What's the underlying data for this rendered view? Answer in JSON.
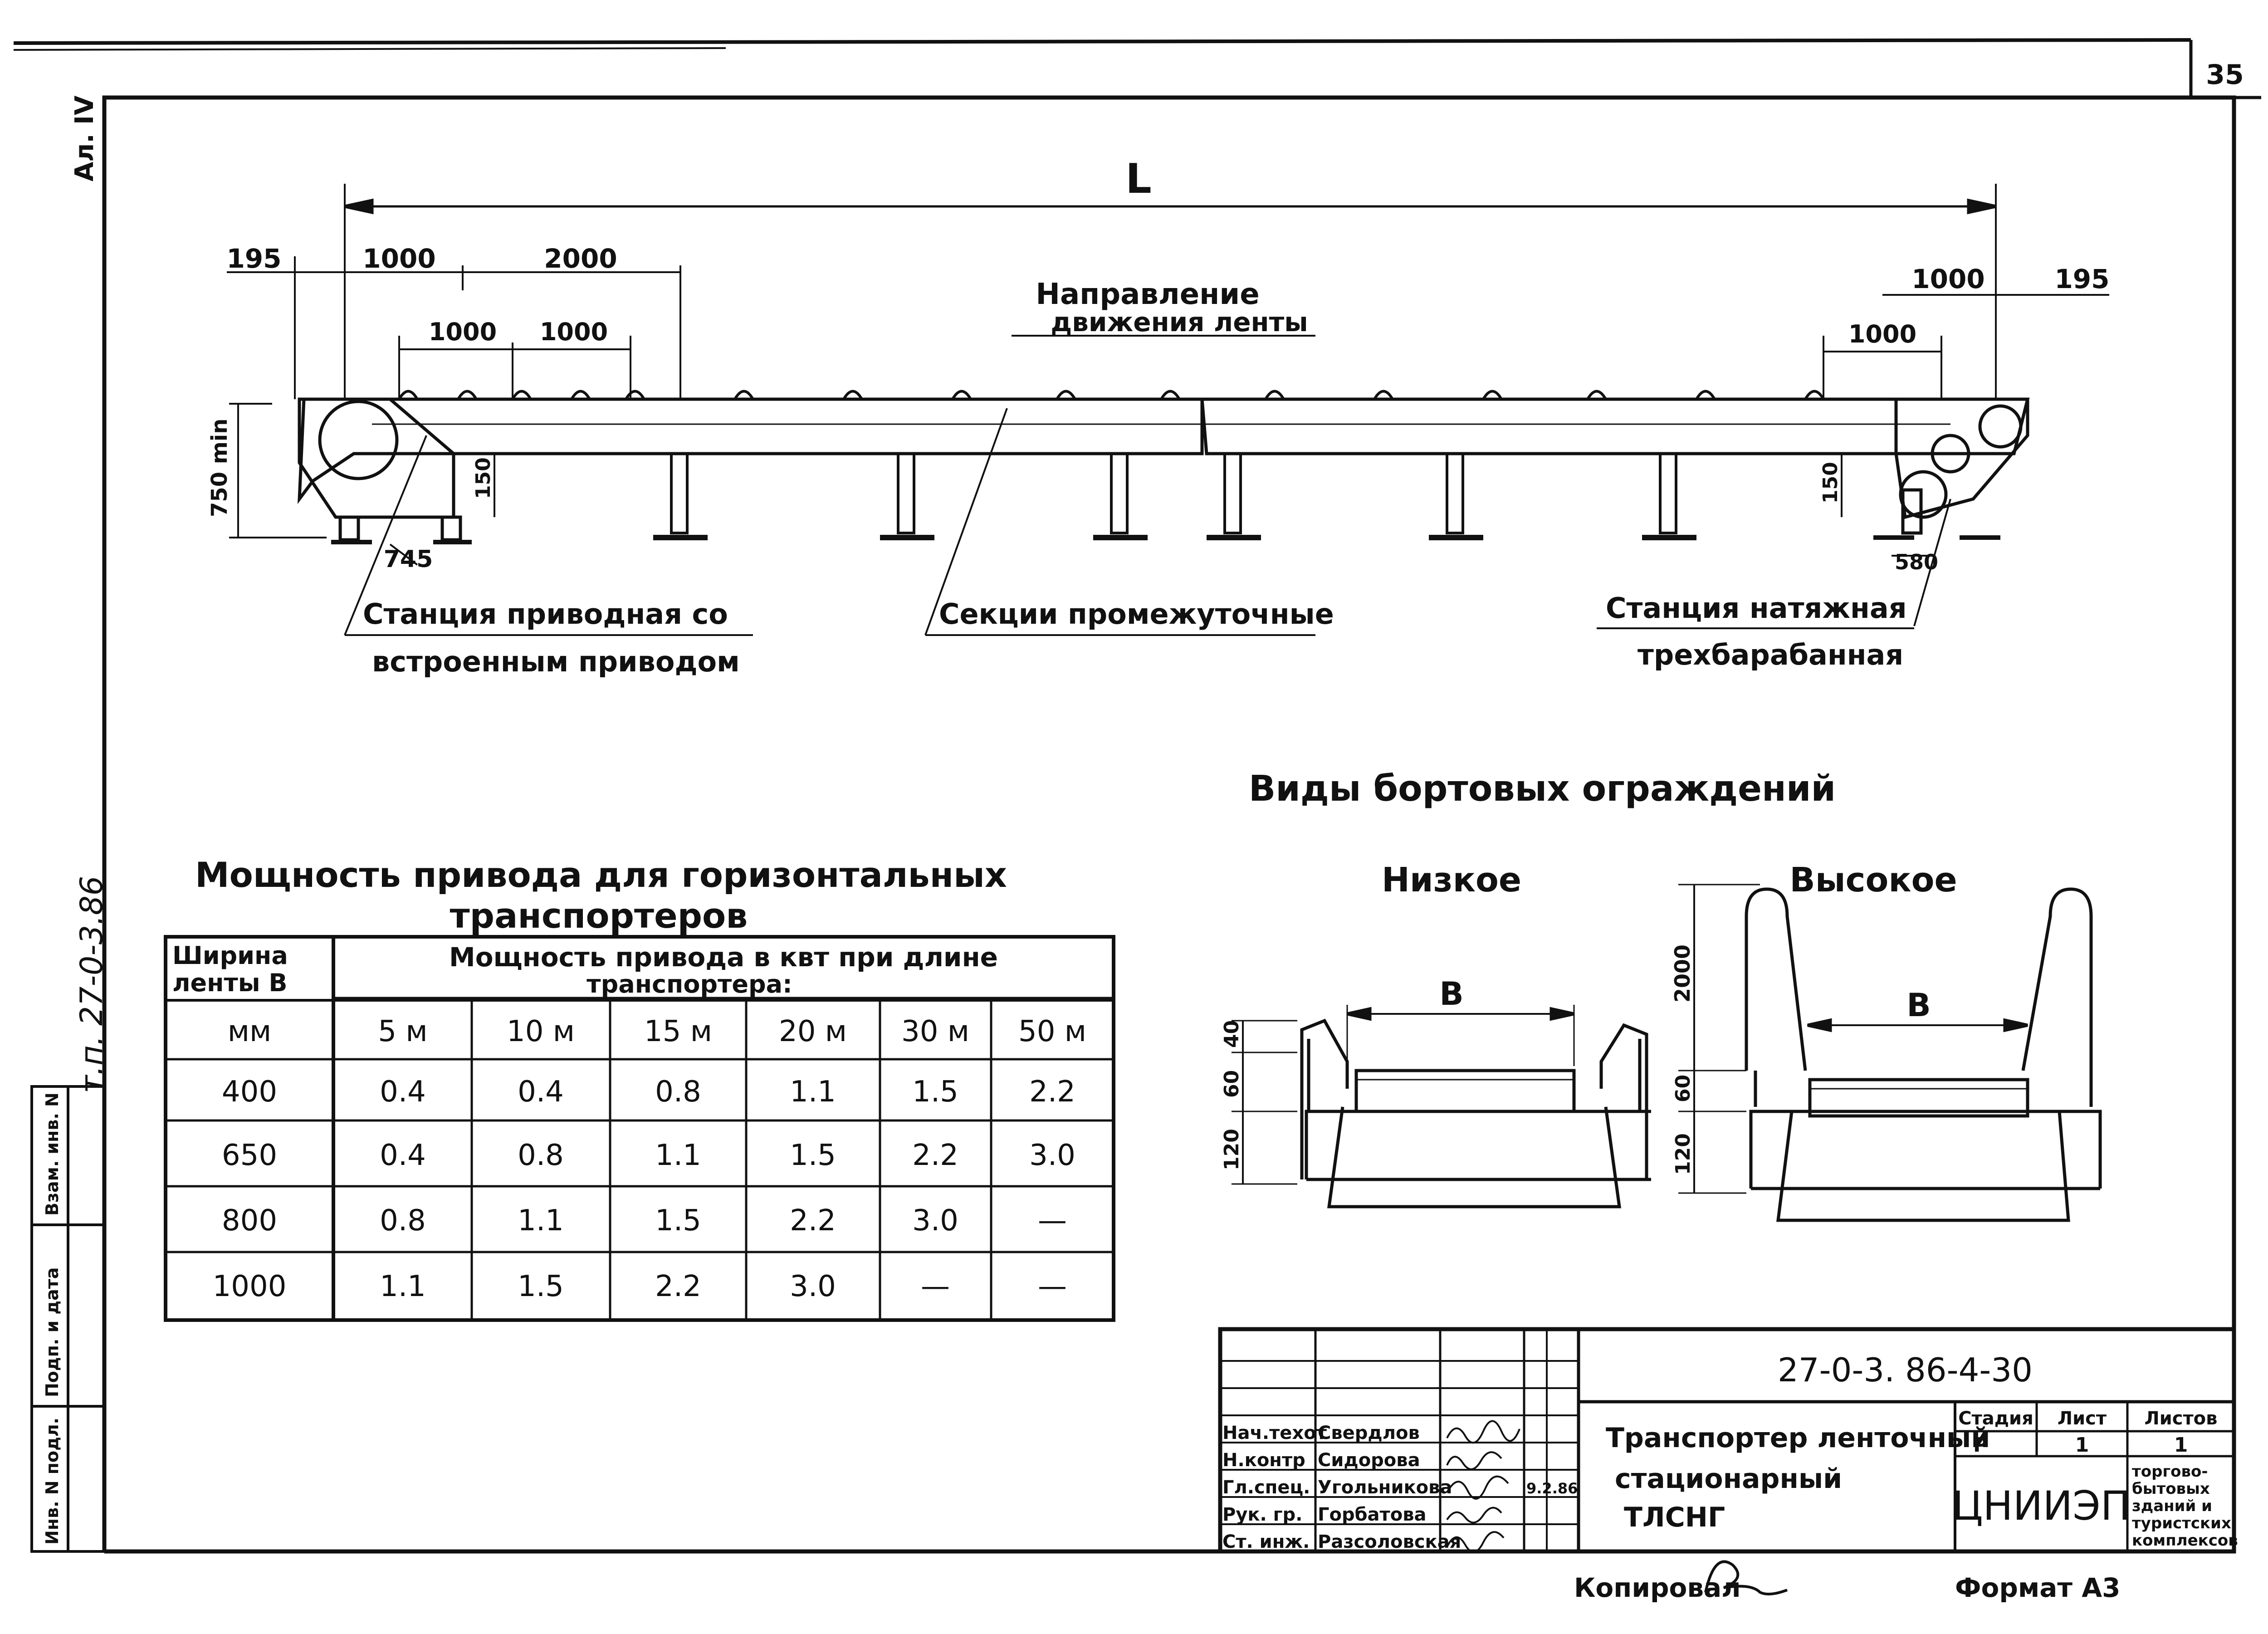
{
  "sheet_number": "35",
  "album_mark": "Ал. IV",
  "series_vertical": "т.п. 27-0-3.86",
  "conveyor": {
    "dims": {
      "total_length": "L",
      "left_195": "195",
      "left_1000_top": "1000",
      "left_2000": "2000",
      "left_1000_a": "1000",
      "left_1000_b": "1000",
      "right_1000_top": "1000",
      "right_195": "195",
      "right_1000": "1000",
      "height_750": "750 min",
      "left_150": "150",
      "left_745": "745",
      "right_150": "150",
      "right_580": "580"
    },
    "direction_line1": "Направление",
    "direction_line2": "движения ленты",
    "label_drive_1": "Станция приводная со",
    "label_drive_2": "встроенным приводом",
    "label_sections": "Секции промежуточные",
    "label_tension_1": "Станция натяжная",
    "label_tension_2": "трехбарабанная"
  },
  "guards": {
    "title": "Виды бортовых ограждений",
    "low_label": "Низкое",
    "high_label": "Высокое",
    "width_label": "В",
    "low_dims": {
      "d40": "40",
      "d60": "60",
      "d120": "120"
    },
    "high_dims": {
      "d2000": "2000",
      "d60": "60",
      "d120": "120"
    }
  },
  "power_table": {
    "title_line1": "Мощность привода для горизонтальных",
    "title_line2": "транспортеров",
    "col_header_belt_1": "Ширина",
    "col_header_belt_2": "ленты В",
    "col_header_power_1": "Мощность привода в квт при длине",
    "col_header_power_2": "транспортера:",
    "units_row": [
      "мм",
      "5 м",
      "10 м",
      "15 м",
      "20 м",
      "30 м",
      "50 м"
    ],
    "rows": [
      [
        "400",
        "0.4",
        "0.4",
        "0.8",
        "1.1",
        "1.5",
        "2.2"
      ],
      [
        "650",
        "0.4",
        "0.8",
        "1.1",
        "1.5",
        "2.2",
        "3.0"
      ],
      [
        "800",
        "0.8",
        "1.1",
        "1.5",
        "2.2",
        "3.0",
        "—"
      ],
      [
        "1000",
        "1.1",
        "1.5",
        "2.2",
        "3.0",
        "—",
        "—"
      ]
    ]
  },
  "side_stamp": {
    "inv_original": "Инв. N подл.",
    "sign_date": "Подп. и дата",
    "replace_inv": "Взам. инв. N"
  },
  "title_block": {
    "code": "27-0-3. 86-4-30",
    "roles": [
      "Нач.техот",
      "Н.контр",
      "Гл.спец.",
      "Рук. гр.",
      "Ст. инж."
    ],
    "names": [
      "Свердлов",
      "Сидорова",
      "Угольникова",
      "Горбатова",
      "Разсоловская"
    ],
    "date": "9.2.86",
    "product_line1": "Транспортер ленточный",
    "product_line2": "стационарный",
    "product_line3": "ТЛСНГ",
    "stage_header": "Стадия",
    "sheet_header": "Лист",
    "sheets_header": "Листов",
    "stage_value": "Р",
    "sheet_value": "1",
    "sheets_value": "1",
    "org": "ЦНИИЭП",
    "org_sub": [
      "торгово-",
      "бытовых",
      "зданий и",
      "туристских",
      "комплексов"
    ]
  },
  "copied": "Копировал",
  "format": "Формат А3"
}
